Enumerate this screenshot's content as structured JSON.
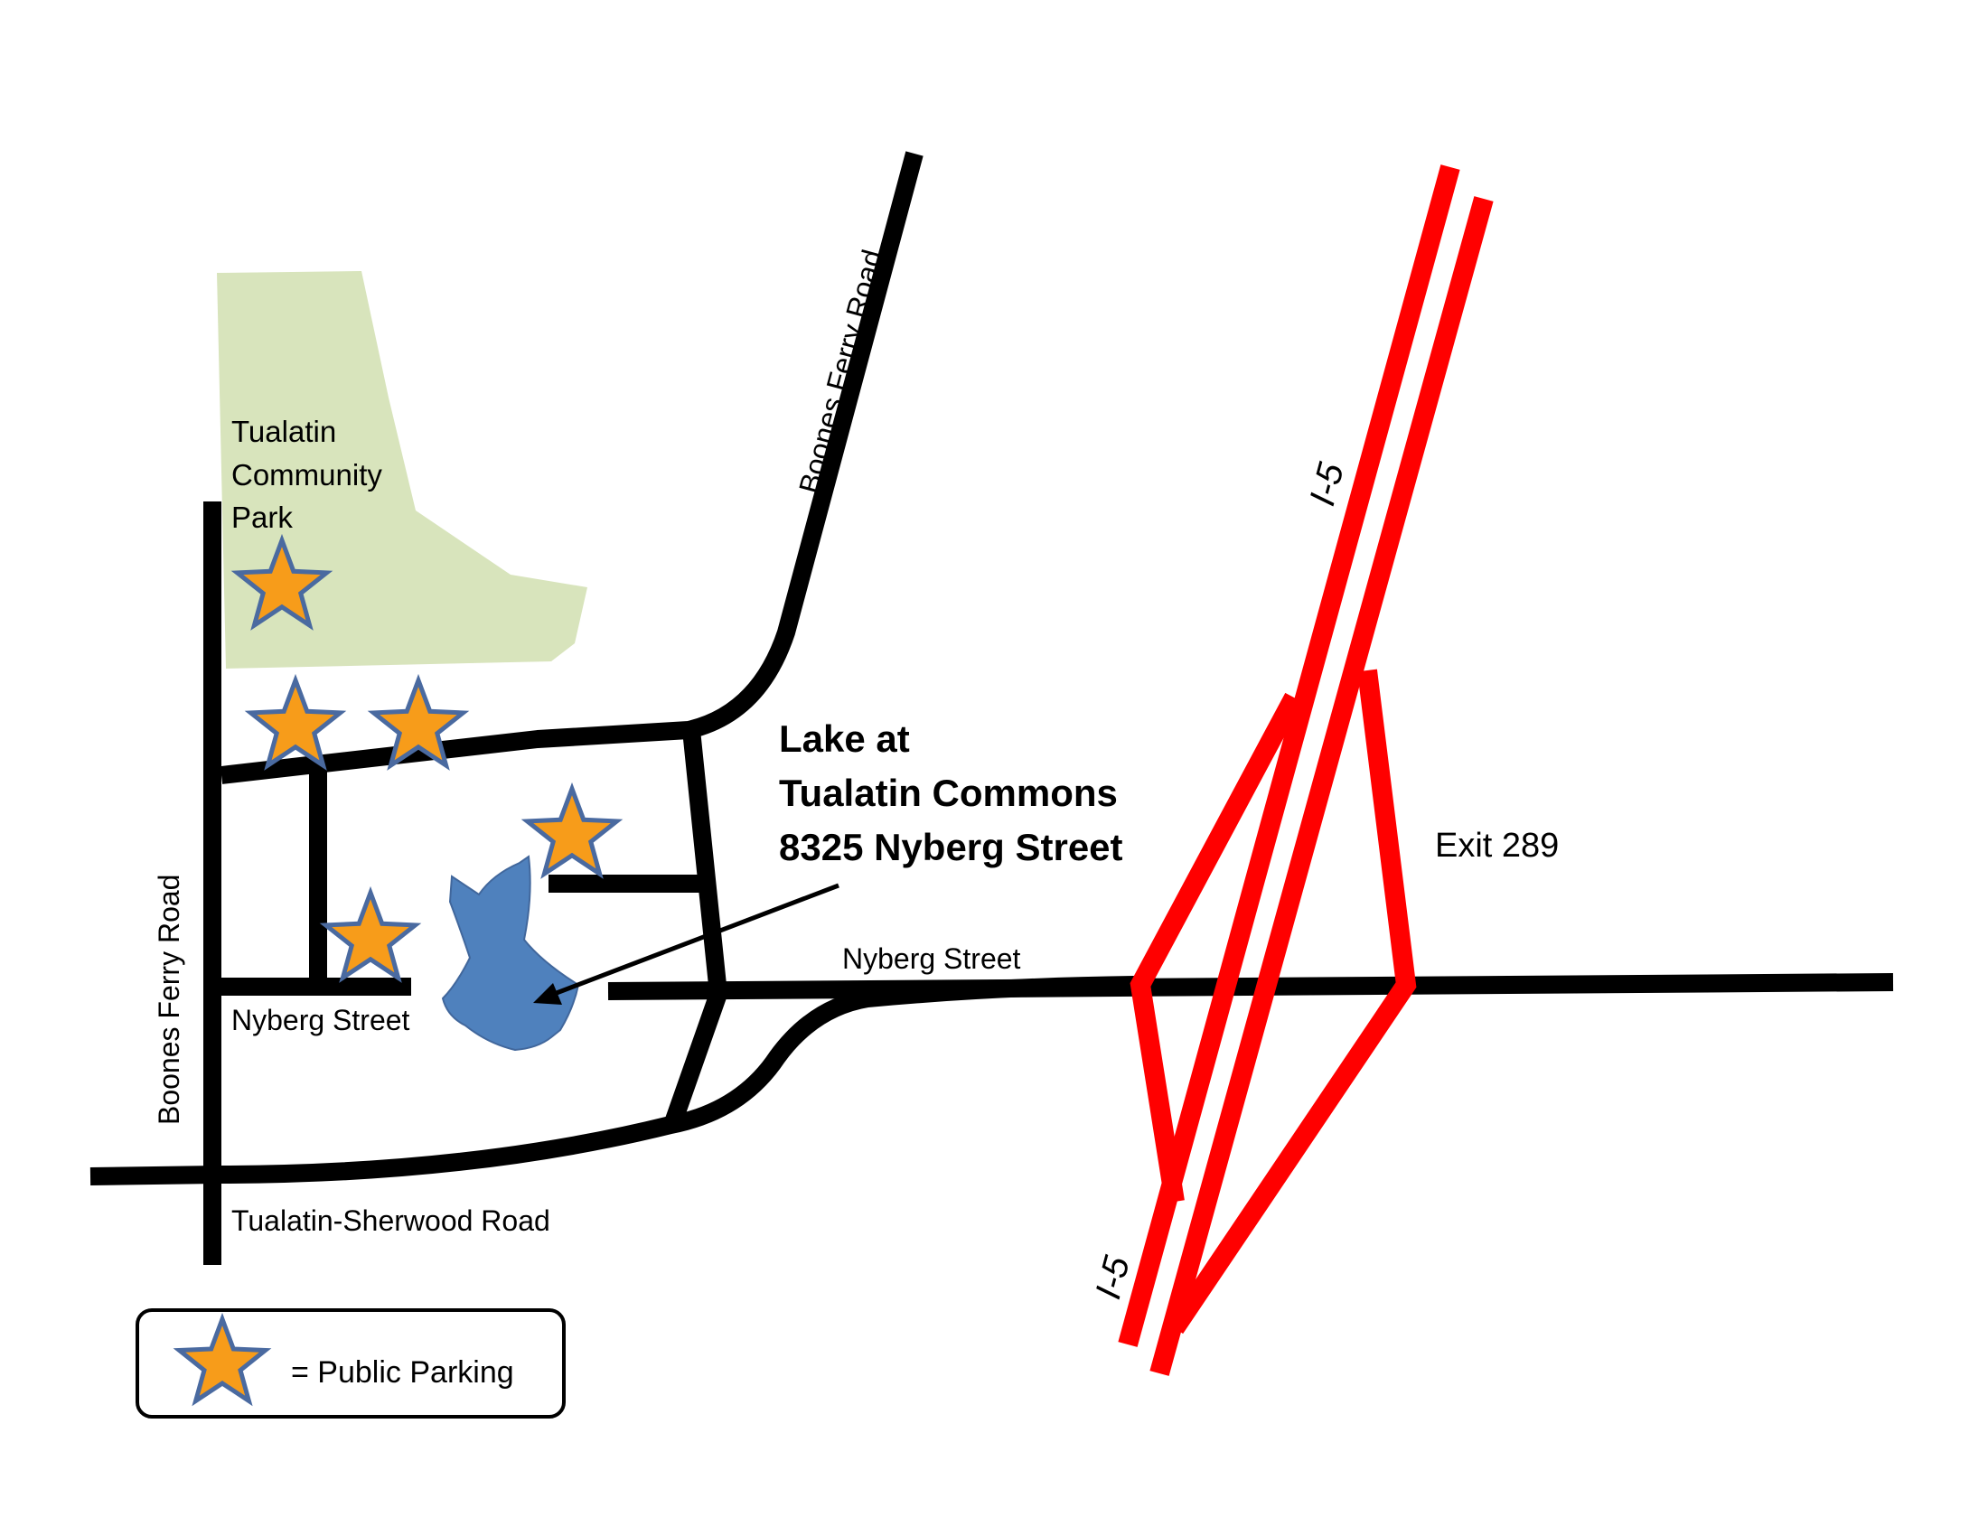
{
  "map": {
    "park": {
      "name_lines": [
        "Tualatin",
        "Community",
        "Park"
      ]
    },
    "streets": {
      "boones_ferry_upper": "Boones Ferry Road",
      "boones_ferry_left": "Boones Ferry Road",
      "nyberg_left": "Nyberg Street",
      "nyberg_right": "Nyberg Street",
      "tualatin_sherwood": "Tualatin-Sherwood Road"
    },
    "destination": {
      "lines": [
        "Lake at",
        "Tualatin Commons",
        "8325 Nyberg Street"
      ]
    },
    "highway": {
      "label_north": "I-5",
      "label_south": "I-5",
      "exit": "Exit 289"
    },
    "legend": {
      "symbol": "star-icon",
      "label": "= Public Parking"
    },
    "parking_count": 5
  },
  "colors": {
    "road": "#000000",
    "interstate": "#ff0000",
    "park": "#d8e4bc",
    "lake": "#4f81bd",
    "star_fill": "#f79c1a",
    "star_stroke": "#4a6aa0"
  }
}
